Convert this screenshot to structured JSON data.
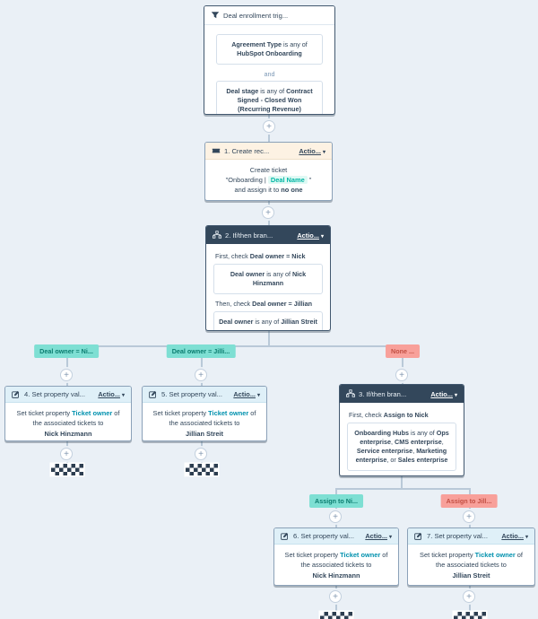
{
  "ui": {
    "plus_glyph": "+",
    "caret": "▾",
    "actions_label": "Actio..."
  },
  "colors": {
    "canvas_bg": "#eaf0f6",
    "dark_header": "#33475b",
    "create_header_bg": "#fdf2e3",
    "action_header_bg": "#dff0f8",
    "teal_badge_bg": "#7edfd3",
    "teal_badge_text": "#0b7c6f",
    "pink_badge_bg": "#f8a09a",
    "pink_badge_text": "#c24f43",
    "property_link": "#0091ae",
    "token_text": "#00b6a4"
  },
  "trigger": {
    "title": "Deal enrollment trig...",
    "condition1": [
      {
        "t": "Agreement Type",
        "c": "b"
      },
      {
        "t": " is any of "
      },
      {
        "t": "HubSpot Onboarding",
        "c": "b"
      }
    ],
    "joiner": "and",
    "condition2": [
      {
        "t": "Deal stage",
        "c": "b"
      },
      {
        "t": " is any of "
      },
      {
        "t": "Contract Signed - Closed Won (Recurring Revenue)",
        "c": "b"
      }
    ]
  },
  "create_card": {
    "title": "1. Create rec...",
    "line1": "Create ticket",
    "line2": [
      {
        "t": "\"Onboarding | "
      },
      {
        "t": "Deal Name",
        "c": "token"
      },
      {
        "t": " \""
      }
    ],
    "line3": [
      {
        "t": "and assign it to "
      },
      {
        "t": "no one",
        "c": "b"
      }
    ]
  },
  "branch2": {
    "title": "2. If/then bran...",
    "check1": [
      {
        "t": "First, check "
      },
      {
        "t": "Deal owner = Nick",
        "c": "b"
      }
    ],
    "cond1": [
      {
        "t": "Deal owner",
        "c": "b"
      },
      {
        "t": " is any of "
      },
      {
        "t": "Nick Hinzmann",
        "c": "b"
      }
    ],
    "check2": [
      {
        "t": "Then, check "
      },
      {
        "t": "Deal owner = Jillian",
        "c": "b"
      }
    ],
    "cond2": [
      {
        "t": "Deal owner",
        "c": "b"
      },
      {
        "t": " is any of "
      },
      {
        "t": "Jillian Streit",
        "c": "b"
      }
    ]
  },
  "branch3": {
    "title": "3. If/then bran...",
    "check1": [
      {
        "t": "First, check "
      },
      {
        "t": "Assign to Nick",
        "c": "b"
      }
    ],
    "cond1": [
      {
        "t": "Onboarding Hubs",
        "c": "b"
      },
      {
        "t": " is any of "
      },
      {
        "t": "Ops enterprise",
        "c": "b"
      },
      {
        "t": ", "
      },
      {
        "t": "CMS enterprise",
        "c": "b"
      },
      {
        "t": ", "
      },
      {
        "t": "Service enterprise",
        "c": "b"
      },
      {
        "t": ", "
      },
      {
        "t": "Marketing enterprise",
        "c": "b"
      },
      {
        "t": ", or "
      },
      {
        "t": "Sales enterprise",
        "c": "b"
      }
    ]
  },
  "badges": [
    {
      "label": "Deal owner = Ni...",
      "kind": "teal"
    },
    {
      "label": "Deal owner = Jilli...",
      "kind": "teal"
    },
    {
      "label": "None ...",
      "kind": "pink"
    },
    {
      "label": "Assign to Ni...",
      "kind": "teal"
    },
    {
      "label": "Assign to Jill...",
      "kind": "pink"
    }
  ],
  "action_cards": [
    {
      "title": "4. Set property val...",
      "body": [
        {
          "t": "Set ticket property "
        },
        {
          "t": "Ticket owner",
          "c": "link"
        },
        {
          "t": " of the associated tickets to"
        }
      ],
      "assignee": "Nick Hinzmann"
    },
    {
      "title": "5. Set property val...",
      "body": [
        {
          "t": "Set ticket property "
        },
        {
          "t": "Ticket owner",
          "c": "link"
        },
        {
          "t": " of the associated tickets to"
        }
      ],
      "assignee": "Jillian Streit"
    },
    {
      "title": "6. Set property val...",
      "body": [
        {
          "t": "Set ticket property "
        },
        {
          "t": "Ticket owner",
          "c": "link"
        },
        {
          "t": " of the associated tickets to"
        }
      ],
      "assignee": "Nick Hinzmann"
    },
    {
      "title": "7. Set property val...",
      "body": [
        {
          "t": "Set ticket property "
        },
        {
          "t": "Ticket owner",
          "c": "link"
        },
        {
          "t": " of the associated tickets to"
        }
      ],
      "assignee": "Jillian Streit"
    }
  ]
}
